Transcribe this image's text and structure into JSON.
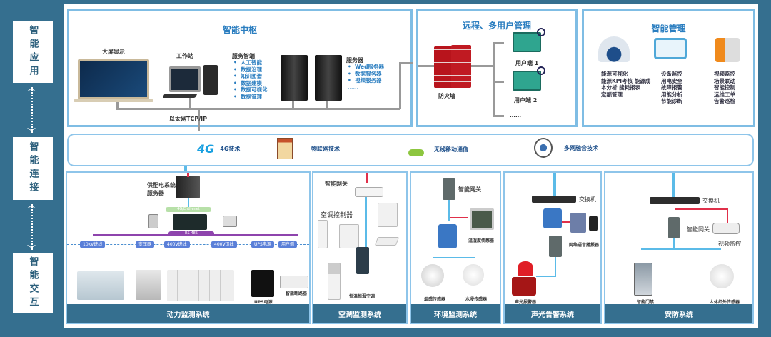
{
  "layers": [
    {
      "label": "智能应用"
    },
    {
      "label": "智能连接"
    },
    {
      "label": "智能交互"
    }
  ],
  "hub": {
    "title": "智能中枢",
    "big_screen": "大屏显示",
    "workstation": "工作站",
    "service_title": "服务智端",
    "services": [
      "人工智能",
      "数据治理",
      "知识图谱",
      "数据建模",
      "数据可视化",
      "数据管理"
    ],
    "server_title": "服务器",
    "servers": [
      "Wed服务器",
      "数据服务器",
      "视频服务器",
      "……"
    ],
    "network": "以太网TCP/IP"
  },
  "remote": {
    "title": "远程、多用户管理",
    "firewall": "防火墙",
    "clients": [
      "用户端 1",
      "用户端 2",
      "……"
    ]
  },
  "management": {
    "title": "智能管理",
    "col1": [
      "能源可视化",
      "能源KPI考核 能源成",
      "本分析 能耗报表",
      "定额管理"
    ],
    "col2": [
      "设备监控",
      "用电安全",
      "故障报警",
      "用能分析",
      "节能诊断"
    ],
    "col3": [
      "视频监控",
      "场景联动",
      "智能控制",
      "运维工单",
      "告警巡检"
    ]
  },
  "tech": [
    {
      "icon": "4g-icon",
      "label": "4G技术"
    },
    {
      "icon": "iot-icon",
      "label": "物联网技术"
    },
    {
      "icon": "wifi-router-icon",
      "label": "无线移动通信"
    },
    {
      "icon": "network-fusion-icon",
      "label": "多网融合技术"
    }
  ],
  "power": {
    "title": "动力监测系统",
    "server": "供配电系统服务器",
    "bus1": "4G/Enthenet",
    "bus2": "RS-485",
    "tags": [
      "10kV进线",
      "变压器",
      "400V进线",
      "400V馈线",
      "UPS电源",
      "用户侧"
    ],
    "ups": "UPS电源",
    "meter": "智能断路器"
  },
  "aircon": {
    "title": "空调监测系统",
    "gateway": "智能网关",
    "controller": "空调控制器",
    "precision": "恒温恒湿空调"
  },
  "env": {
    "title": "环境监测系统",
    "gateway": "智能网关",
    "thermo": "温湿度传感器",
    "smoke": "烟感传感器",
    "water": "水浸传感器"
  },
  "alarm": {
    "title": "声光告警系统",
    "switch": "交换机",
    "voice": "网络语音播报器",
    "siren": "声光报警器"
  },
  "security": {
    "title": "安防系统",
    "switch": "交换机",
    "gateway": "智能网关",
    "camera": "视频监控",
    "door": "智能门禁",
    "pir": "人体红外传感器"
  }
}
